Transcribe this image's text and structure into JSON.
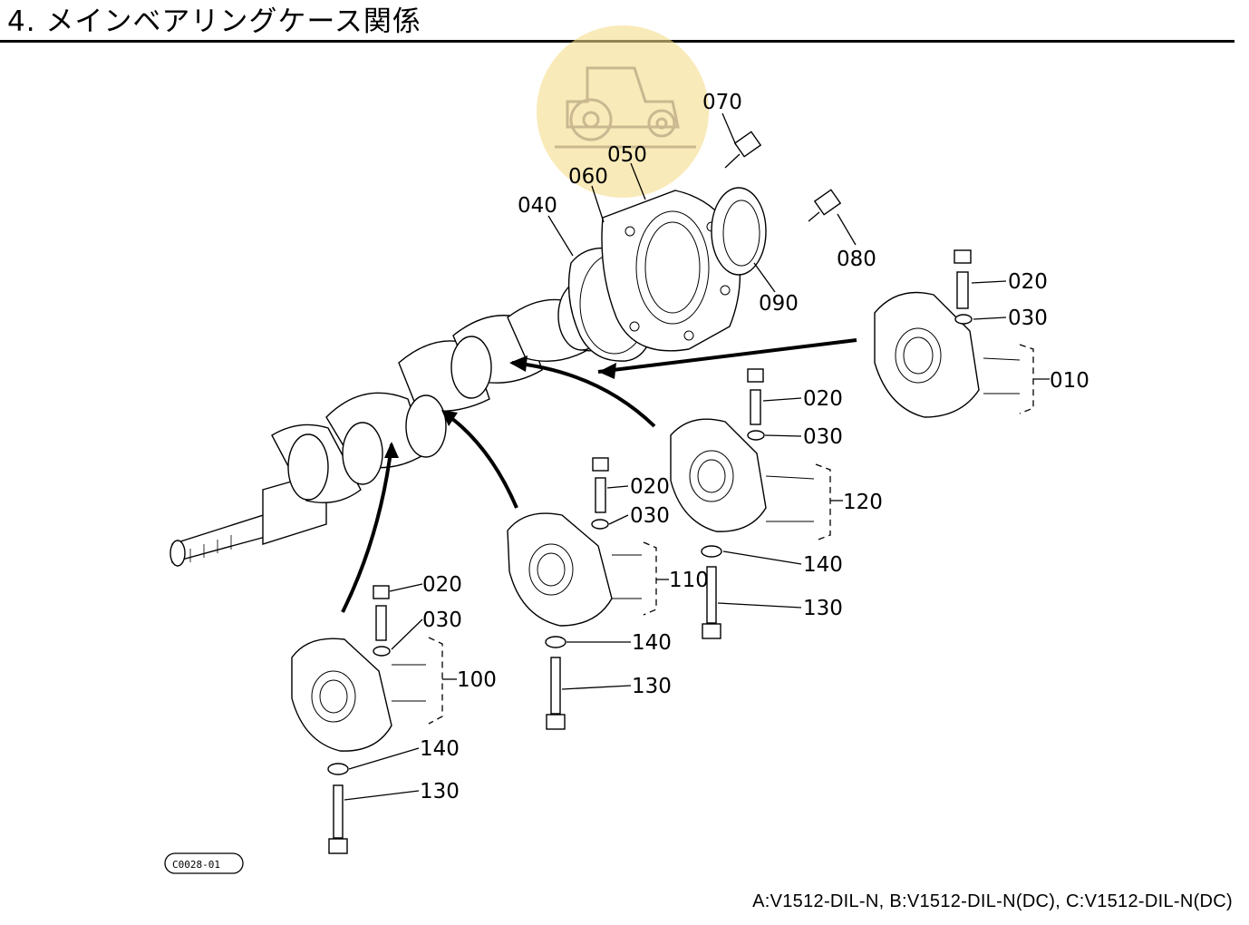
{
  "header": {
    "title": "4. メインベアリングケース関係"
  },
  "footer": {
    "models": "A:V1512-DIL-N,  B:V1512-DIL-N(DC),  C:V1512-DIL-N(DC)"
  },
  "diagram": {
    "drawing_code": "C0028-01",
    "callouts": {
      "c070": "070",
      "c050": "050",
      "c060": "060",
      "c040": "040",
      "c080": "080",
      "c090": "090",
      "c020a": "020",
      "c030a": "030",
      "c010": "010",
      "c020b": "020",
      "c030b": "030",
      "c120": "120",
      "c140b": "140",
      "c130b": "130",
      "c020c": "020",
      "c030c": "030",
      "c110": "110",
      "c140c": "140",
      "c130c": "130",
      "c020d": "020",
      "c030d": "030",
      "c100": "100",
      "c140d": "140",
      "c130d": "130"
    },
    "watermark_icon": "tractor-icon",
    "accent_color": "#f5dc8a"
  }
}
